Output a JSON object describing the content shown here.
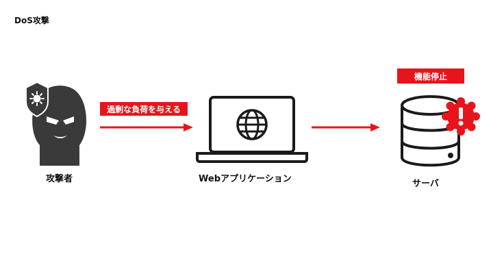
{
  "title": "DoS攻撃",
  "nodes": {
    "attacker": {
      "label": "攻撃者"
    },
    "webapp": {
      "label": "Webアプリケーション"
    },
    "server": {
      "label": "サーバ",
      "status_badge": "機能停止"
    }
  },
  "edges": {
    "attack_label": "過剰な負荷を与える"
  },
  "colors": {
    "accent": "#e8141b",
    "icon": "#3a3a3a",
    "text": "#111111"
  }
}
